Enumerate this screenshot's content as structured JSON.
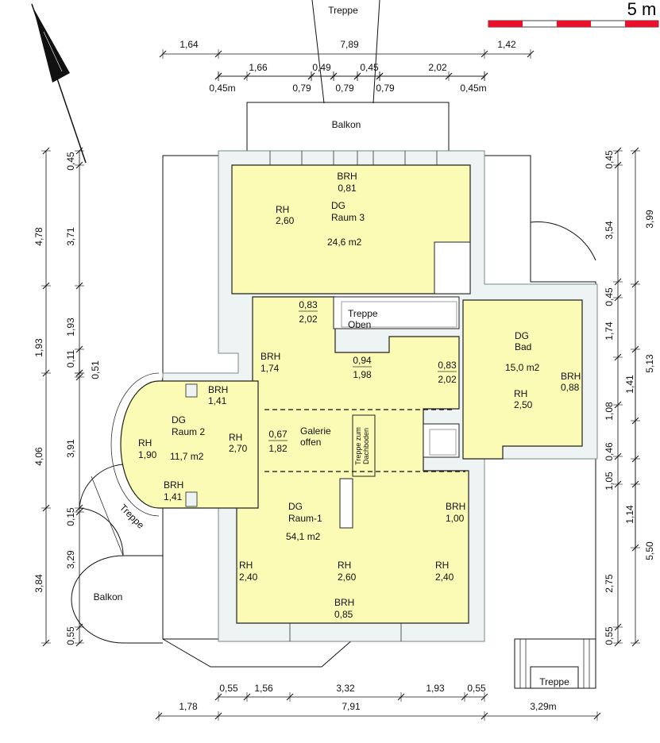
{
  "scale": {
    "label": "5 m",
    "colors": [
      "#e8102a",
      "#ffffff"
    ]
  },
  "north": {
    "icon": "north-arrow-icon"
  },
  "top_labels": {
    "stair_top": "Treppe",
    "balcony_top": "Balkon"
  },
  "rooms": {
    "raum3": {
      "brh_label": "BRH",
      "brh": "0,81",
      "rh_label": "RH",
      "rh": "2,60",
      "floor": "DG",
      "name": "Raum 3",
      "area": "24,6 m2"
    },
    "treppe_oben": {
      "line1": "Treppe",
      "line2": "Oben"
    },
    "bad": {
      "floor": "DG",
      "name": "Bad",
      "area": "15,0 m2",
      "brh_label": "BRH",
      "brh": "0,88",
      "rh_label": "RH",
      "rh": "2,50"
    },
    "raum2": {
      "brh_top_label": "BRH",
      "brh_top": "1,41",
      "floor": "DG",
      "name": "Raum 2",
      "area": "11,7 m2",
      "rh_left_label": "RH",
      "rh_left": "1,90",
      "rh_right_label": "RH",
      "rh_right": "2,70",
      "brh_bottom_label": "BRH",
      "brh_bottom": "1,41"
    },
    "galerie": {
      "line1": "Galerie",
      "line2": "offen",
      "brh_label": "BRH",
      "brh": "1,74"
    },
    "raum1": {
      "floor": "DG",
      "name": "Raum-1",
      "area": "54,1 m2",
      "brh_right_label": "BRH",
      "brh_right": "1,00",
      "rh_left_label": "RH",
      "rh_left": "2,40",
      "rh_mid_label": "RH",
      "rh_mid": "2,60",
      "rh_right_label": "RH",
      "rh_right": "2,40",
      "brh_bottom_label": "BRH",
      "brh_bottom": "0,85"
    },
    "attic_stair": {
      "line1": "Treppe zum",
      "line2": "Dachboden"
    },
    "balkon_left": "Balkon",
    "treppe_left": "Treppe",
    "treppe_right": "Treppe"
  },
  "fractions": [
    {
      "top": "0,83",
      "bottom": "2,02"
    },
    {
      "top": "0,94",
      "bottom": "1,98"
    },
    {
      "top": "0,83",
      "bottom": "2,02"
    },
    {
      "top": "0,67",
      "bottom": "1,82"
    }
  ],
  "dims": {
    "top_row1": [
      "1,64",
      "7,89",
      "1,42"
    ],
    "top_row2": [
      "1,66",
      "0,49",
      "0,45",
      "2,02"
    ],
    "top_row3": [
      "0,45m",
      "0,79",
      "0,79",
      "0,79",
      "0,45m"
    ],
    "bottom_row1": [
      "0,55",
      "1,56",
      "3,32",
      "1,93",
      "0,55"
    ],
    "bottom_row2": [
      "1,78",
      "7,91",
      "3,29m"
    ],
    "left_outer": [
      "4,78",
      "1,93",
      "4,06",
      "3,84"
    ],
    "left_mid": [
      "0,45",
      "3,71",
      "1,93",
      "0,11",
      "3,91",
      "0,15",
      "3,29",
      "0,55"
    ],
    "left_inner": [
      "0,51"
    ],
    "right_inner": [
      "0,45",
      "3,54",
      "0,45",
      "1,74",
      "1,08",
      "0,46",
      "1,05",
      "2,75",
      "0,55"
    ],
    "right_mid": [
      "1,41",
      "1,14"
    ],
    "right_outer": [
      "3,99",
      "5,13",
      "5,50"
    ]
  }
}
